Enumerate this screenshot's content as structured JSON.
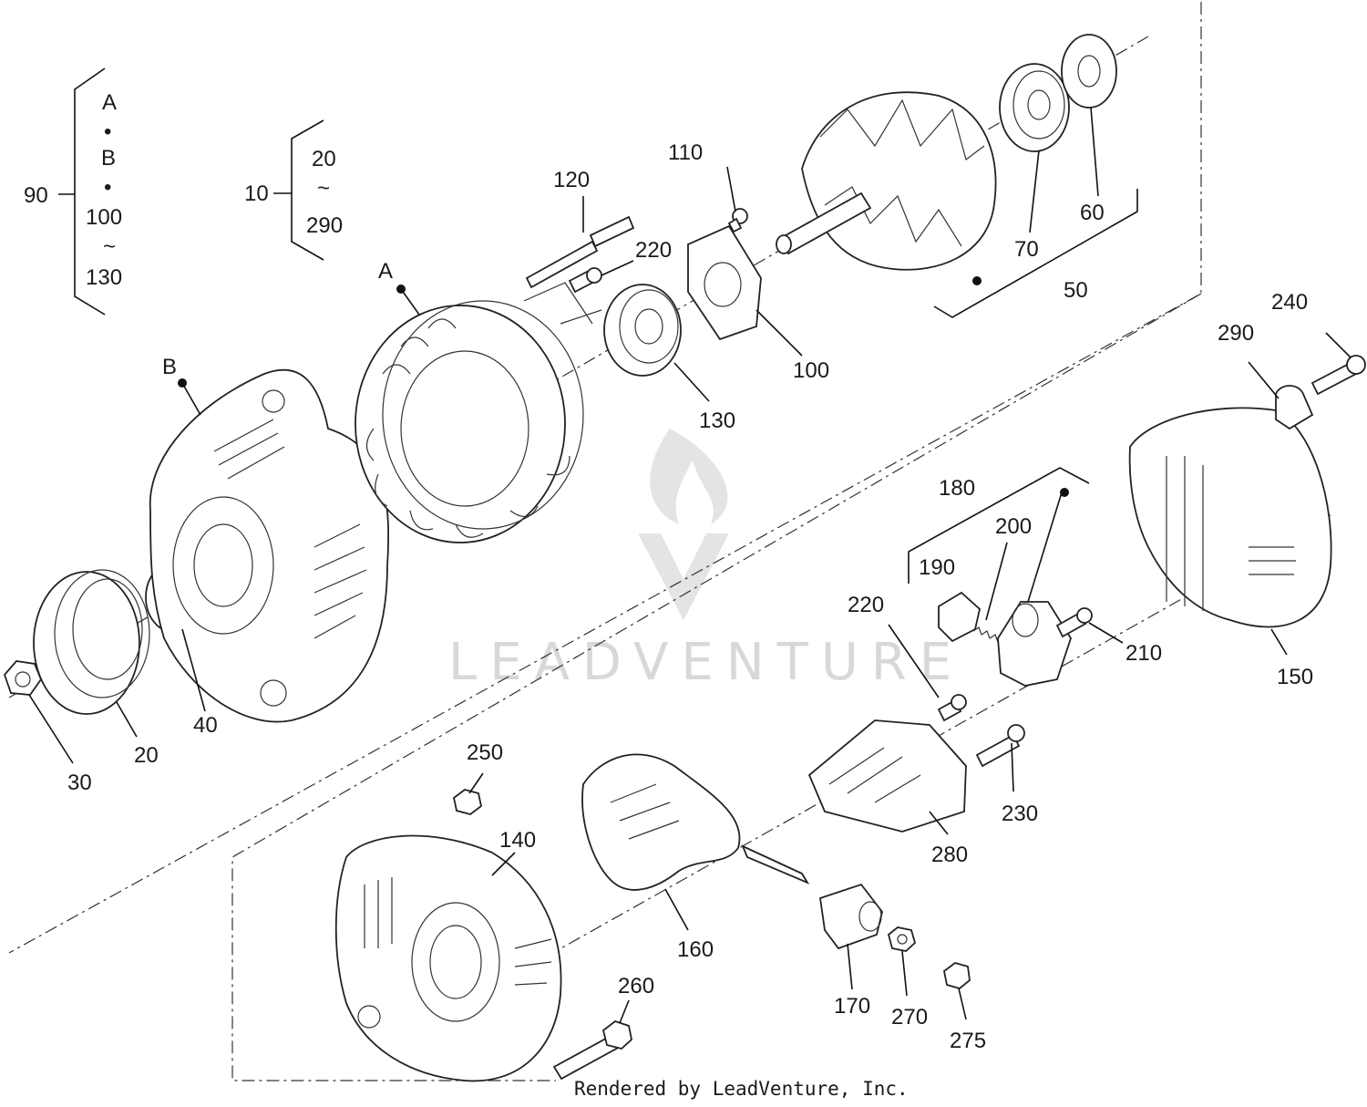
{
  "diagram": {
    "groups": [
      {
        "id": "g90",
        "number": "90",
        "items": [
          "A",
          "•",
          "B",
          "•",
          "100",
          "~",
          "130"
        ]
      },
      {
        "id": "g10",
        "number": "10",
        "items": [
          "20",
          "~",
          "290"
        ]
      }
    ],
    "markers": {
      "a": "A",
      "b": "B"
    },
    "callouts": [
      {
        "key": "c120",
        "text": "120"
      },
      {
        "key": "c110",
        "text": "110"
      },
      {
        "key": "c220a",
        "text": "220"
      },
      {
        "key": "c100",
        "text": "100"
      },
      {
        "key": "c130",
        "text": "130"
      },
      {
        "key": "c70",
        "text": "70"
      },
      {
        "key": "c60",
        "text": "60"
      },
      {
        "key": "c50",
        "text": "50"
      },
      {
        "key": "c240",
        "text": "240"
      },
      {
        "key": "c290",
        "text": "290"
      },
      {
        "key": "c180",
        "text": "180"
      },
      {
        "key": "c200",
        "text": "200"
      },
      {
        "key": "c190",
        "text": "190"
      },
      {
        "key": "c220b",
        "text": "220"
      },
      {
        "key": "c210",
        "text": "210"
      },
      {
        "key": "c150",
        "text": "150"
      },
      {
        "key": "c230",
        "text": "230"
      },
      {
        "key": "c280",
        "text": "280"
      },
      {
        "key": "c250",
        "text": "250"
      },
      {
        "key": "c140",
        "text": "140"
      },
      {
        "key": "c160",
        "text": "160"
      },
      {
        "key": "c170",
        "text": "170"
      },
      {
        "key": "c270",
        "text": "270"
      },
      {
        "key": "c275",
        "text": "275"
      },
      {
        "key": "c260",
        "text": "260"
      },
      {
        "key": "c40",
        "text": "40"
      },
      {
        "key": "c20",
        "text": "20"
      },
      {
        "key": "c30",
        "text": "30"
      }
    ],
    "watermark": "LEADVENTURE",
    "footer": "Rendered by LeadVenture, Inc."
  }
}
